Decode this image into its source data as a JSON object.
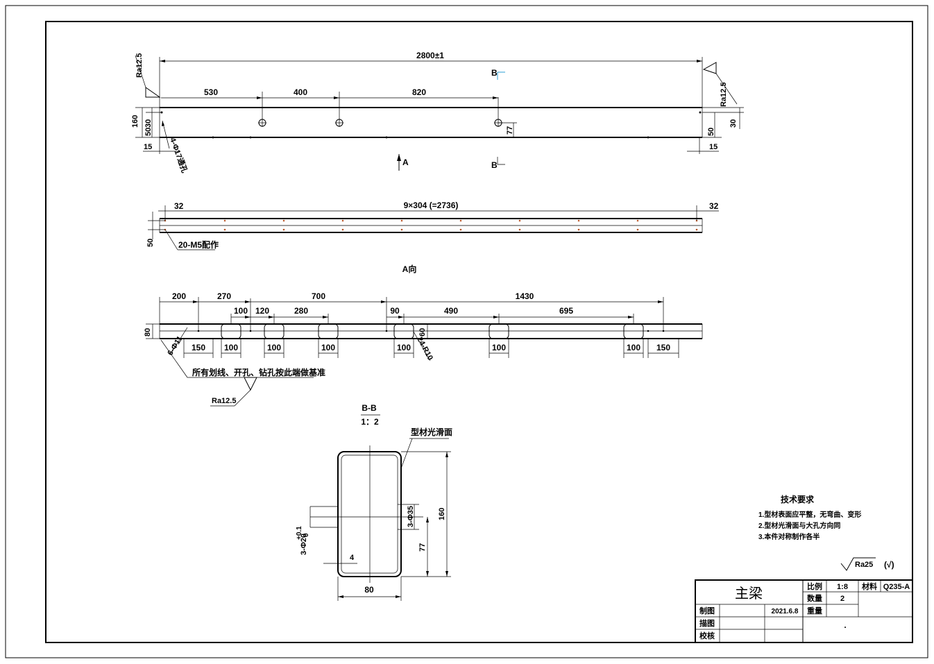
{
  "drawing": {
    "top_view": {
      "overall_length": "2800±1",
      "roughness_left": "Ra12.5",
      "roughness_right": "Ra12.5",
      "dim_530": "530",
      "dim_400": "400",
      "dim_820": "820",
      "section_mark_top": "B",
      "section_mark_bottom": "B",
      "view_arrow": "A",
      "dim_160": "160",
      "dim_30_left": "30",
      "dim_50_left": "50",
      "dim_15_left": "15",
      "dim_77": "77",
      "dim_50_right": "50",
      "dim_30_right": "30",
      "dim_15_right": "15",
      "hole_note": "4-Φ17通孔"
    },
    "thread_view": {
      "dim_32_left": "32",
      "spacing": "9×304 (=2736)",
      "dim_32_right": "32",
      "dim_50": "50",
      "thread_note": "20-M5配作"
    },
    "a_view": {
      "title": "A向",
      "dim_200": "200",
      "dim_270": "270",
      "dim_700": "700",
      "dim_1430": "1430",
      "dim_100_a": "100",
      "dim_120": "120",
      "dim_280": "280",
      "dim_90": "90",
      "dim_490": "490",
      "dim_695": "695",
      "dim_80": "80",
      "dim_60": "60",
      "hole_note": "6-Φ11",
      "slot_note": "24-R10",
      "bottom_dims": [
        "150",
        "100",
        "100",
        "100",
        "100",
        "100",
        "100",
        "150"
      ],
      "datum_note": "所有划线、开孔、钻孔按此端做基准",
      "roughness": "Ra12.5"
    },
    "section_bb": {
      "title": "B-B",
      "scale": "1：2",
      "surface_note": "型材光滑面",
      "dim_160": "160",
      "dim_77": "77",
      "dim_80": "80",
      "dim_4": "4",
      "hole_small": "3-Φ35",
      "hole_large": "3-Φ20",
      "tol_upper": "+0.1",
      "tol_lower": "0"
    },
    "tech_requirements": {
      "title": "技术要求",
      "items": [
        "1.型材表面应平整，无弯曲、变形",
        "2.型材光滑面与大孔方向同",
        "3.本件对称制作各半"
      ]
    },
    "roughness_other": {
      "value": "Ra25",
      "mark": "(√)"
    }
  },
  "title_block": {
    "part_name": "主梁",
    "scale_label": "比例",
    "scale_value": "1:8",
    "material_label": "材料",
    "material_value": "Q235-A",
    "qty_label": "数量",
    "qty_value": "2",
    "weight_label": "重量",
    "drawn_label": "制图",
    "date": "2021.6.8",
    "traced_label": "描图",
    "checked_label": "校核",
    "dot": "."
  }
}
